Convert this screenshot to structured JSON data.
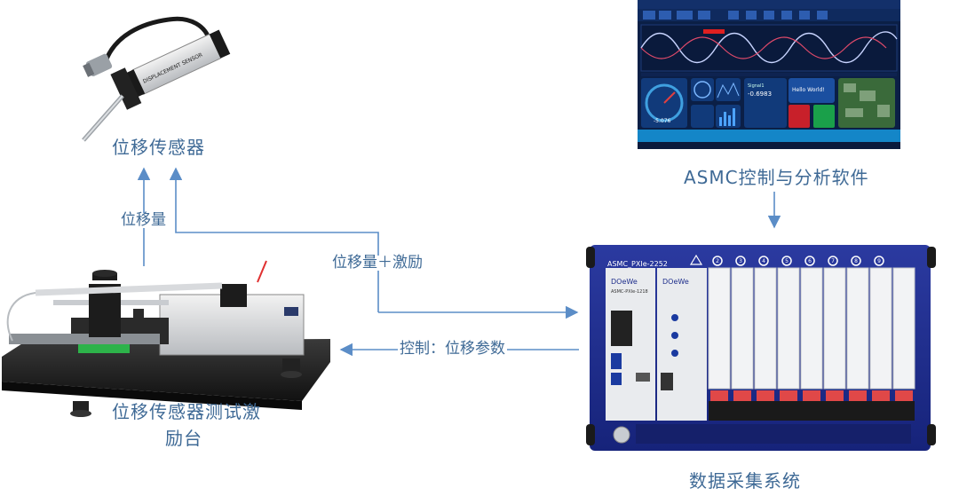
{
  "labels": {
    "sensor": "位移传感器",
    "software": "ASMC控制与分析软件",
    "bench_line1": "位移传感器测试激",
    "bench_line2": "励台",
    "daq": "数据采集系统"
  },
  "edges": {
    "displacement": "位移量",
    "displacement_excitation": "位移量＋激励",
    "control_params": "控制：位移参数"
  },
  "sensor_device": {
    "marking_1": "DISPLACEMENT SENSOR"
  },
  "software_screen": {
    "gauge_value": "-5.076",
    "signal_label": "Signal1",
    "signal_value": "-0.6983",
    "hello_text": "Hello World!"
  },
  "daq_device": {
    "brand": "DOeWe",
    "model": "ASMC_PXIe-2252",
    "controller_model": "ASMC-PXIe-1218",
    "slots": [
      "2",
      "3",
      "4",
      "5",
      "6",
      "7",
      "8",
      "9"
    ]
  },
  "colors": {
    "label": "#3f6a96",
    "arrow": "#5b8dc7",
    "chassis": "#1f2f8c"
  }
}
